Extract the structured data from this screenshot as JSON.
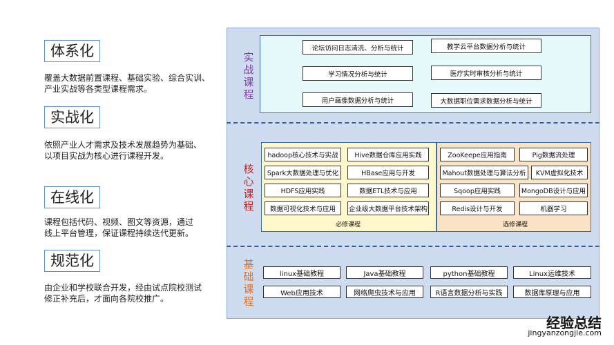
{
  "features": [
    {
      "title": "体系化",
      "desc1": "覆盖大数据前置课程、基础实验、综合实训、",
      "desc2": "产业实战等各类型课程需求。"
    },
    {
      "title": "实战化",
      "desc1": "依照产业人才需求及技术发展趋势为基础、",
      "desc2": "以项目实战为核心进行课程开发。"
    },
    {
      "title": "在线化",
      "desc1": "课程包括代码、视频、图文等资源，通过",
      "desc2": "线上平台管理，保证课程持续迭代更新。"
    },
    {
      "title": "规范化",
      "desc1": "由企业和学校联合开发，经由试点院校测试",
      "desc2": "修正补充后，才面向各院校推广。"
    }
  ],
  "sections": {
    "practice": {
      "label": "实战课程",
      "color": "#7a3fa0",
      "items": [
        "论坛访问日志清洗、分析与统计",
        "教学云平台数据分析与统计",
        "学习情况分析与统计",
        "医疗实时审核分析与统计",
        "用户画像数据分析与统计",
        "大数据职位需求数据分析与统计"
      ]
    },
    "core": {
      "label": "核心课程",
      "color": "#c02020",
      "required": {
        "caption": "必修课程",
        "items": [
          "hadoop核心技术与实战",
          "Hive数据仓库应用实践",
          "Spark大数据处理与优化",
          "HBase应用与开发",
          "HDFS应用实践",
          "数据ETL技术与应用",
          "数据可视化技术与应用",
          "企业级大数据平台技术架构"
        ]
      },
      "elective": {
        "caption": "选修课程",
        "items": [
          "ZooKeepe应用指南",
          "Pig数据流处理",
          "Mahout数据处理与算法分析",
          "KVM虚拟化技术",
          "Sqoop应用实践",
          "MongoDB设计与应用",
          "Redis设计与开发",
          "机器学习"
        ]
      }
    },
    "basic": {
      "label": "基础课程",
      "color": "#e07020",
      "items": [
        "linux基础教程",
        "Java基础教程",
        "python基础教程",
        "Linux运维技术",
        "Web应用技术",
        "网络爬虫技术与应用",
        "R语言数据分析与实践",
        "数据库原理与应用"
      ]
    }
  },
  "watermark": {
    "main": "经验总结",
    "sub": "jingyanzongjie.com"
  },
  "colors": {
    "practice_bg": "#e6fafb",
    "required_bg": "#fff8cc",
    "elective_bg": "#fbe3c6",
    "panel_bg": "#cfdcf0"
  }
}
